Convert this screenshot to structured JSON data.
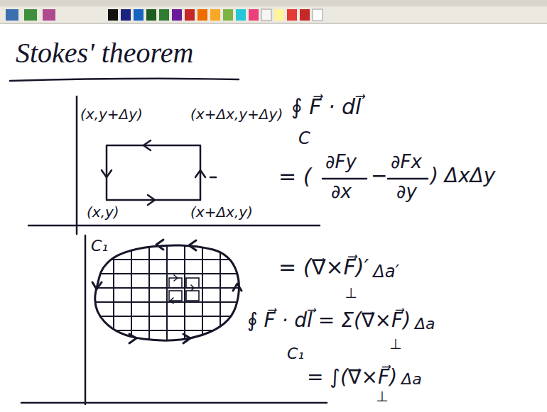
{
  "diagram": {
    "title": "Stokes' theorem",
    "labels": [
      "(x,y+Δy)",
      "(x+Δx,y+Δy)",
      "(x,y)",
      "(x+Δx,y)",
      "∮ F⃗ · dl⃗",
      "C",
      "= (",
      "∂Fy",
      "∂x",
      "−",
      "∂Fx",
      "∂y",
      ") ΔxΔy",
      "C₁",
      "= (∇⃗×F⃗)′",
      "⊥",
      "Δa′",
      "∮ F⃗ · dl⃗",
      "C₁",
      "= Σ(∇⃗×F⃗)",
      "⊥",
      "Δa",
      "= ∫(∇⃗×F⃗)",
      "⊥",
      "Δa"
    ]
  }
}
